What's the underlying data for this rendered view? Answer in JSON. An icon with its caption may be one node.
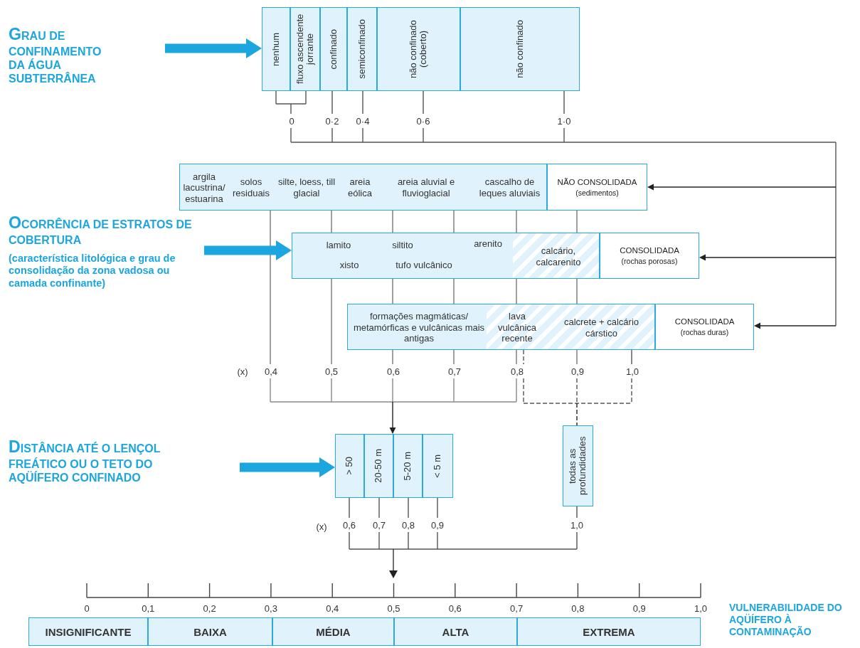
{
  "diagram": {
    "nodes": [
      {
        "text": [
          "GRAU DE CONFINAMENTO DA ÁGUA SUBTERRÂNEA"
        ]
      },
      {
        "text": [
          "nenhum"
        ]
      },
      {
        "text": [
          "fluxo ascendente jorrante"
        ]
      },
      {
        "text": [
          "confinado"
        ]
      },
      {
        "text": [
          "semiconfinado"
        ]
      },
      {
        "text": [
          "não confinado (coberto)"
        ]
      },
      {
        "text": [
          "não confinado"
        ]
      },
      {
        "text": [
          "OCORRÊNCIA DE ESTRATOS DE COBERTURA",
          "(característica litológica e grau de consolidação da zona vadosa ou camada confinante)"
        ]
      },
      {
        "text": [
          "argila lacustrina/ estuarina",
          "solos residuais",
          "silte, loess, till glacial",
          "areia eólica",
          "areia aluvial e fluvioglacial",
          "cascalho de leques aluviais"
        ]
      },
      {
        "text": [
          "NÃO CONSOLIDADA",
          "(sedimentos)"
        ]
      },
      {
        "text": [
          "lamito",
          "xisto",
          "siltito",
          "tufo vulcânico",
          "arenito",
          "calcário, calcarenito"
        ]
      },
      {
        "text": [
          "CONSOLIDADA",
          "(rochas porosas)"
        ]
      },
      {
        "text": [
          "formações magmáticas/ metamórficas e vulcânicas mais antigas",
          "lava vulcânica recente",
          "calcrete + calcário cárstico"
        ]
      },
      {
        "text": [
          "CONSOLIDADA",
          "(rochas duras)"
        ]
      },
      {
        "text": [
          "DISTÂNCIA ATÉ O LENÇOL FREÁTICO OU O TETO DO AQÜÍFERO CONFINADO"
        ]
      },
      {
        "text": [
          "> 50"
        ]
      },
      {
        "text": [
          "20-50 m"
        ]
      },
      {
        "text": [
          "5-20 m"
        ]
      },
      {
        "text": [
          "< 5 m"
        ]
      },
      {
        "text": [
          "todas as profundidades"
        ]
      },
      {
        "text": [
          "INSIGNIFICANTE"
        ]
      },
      {
        "text": [
          "BAIXA"
        ]
      },
      {
        "text": [
          "MÉDIA"
        ]
      },
      {
        "text": [
          "ALTA"
        ]
      },
      {
        "text": [
          "EXTREMA"
        ]
      }
    ],
    "edges": [
      {
        "from": null,
        "to": 1,
        "arrow": "to",
        "style": "thick",
        "color": "#1ba6e0"
      },
      {
        "from": 7,
        "to": 10,
        "arrow": "to",
        "style": "thick",
        "color": "#1ba6e0"
      },
      {
        "from": null,
        "to": 15,
        "arrow": "to",
        "style": "thick",
        "color": "#1ba6e0"
      },
      {
        "from": null,
        "to": 9,
        "arrow": "to"
      },
      {
        "from": null,
        "to": 11,
        "arrow": "to"
      },
      {
        "from": null,
        "to": 13,
        "arrow": "to"
      },
      {
        "from": null,
        "to": 16,
        "arrow": "to"
      },
      {
        "from": null,
        "to": 19,
        "arrow": "none",
        "style": "dashed"
      }
    ],
    "labels": [
      "0",
      "0·2",
      "0·4",
      "0·6",
      "1·0",
      "(x)",
      "0,4",
      "0,5",
      "0,6",
      "0,7",
      "0,8",
      "0,9",
      "1,0",
      "(x)",
      "0,6",
      "0,7",
      "0,8",
      "0,9",
      "1,0",
      "0",
      "0,1",
      "0,2",
      "0,3",
      "0,4",
      "0,5",
      "0,6",
      "0,7",
      "0,8",
      "0,9",
      "1,0",
      "VULNERABILIDADE DO AQÜÍFERO À CONTAMINAÇÃO"
    ]
  }
}
